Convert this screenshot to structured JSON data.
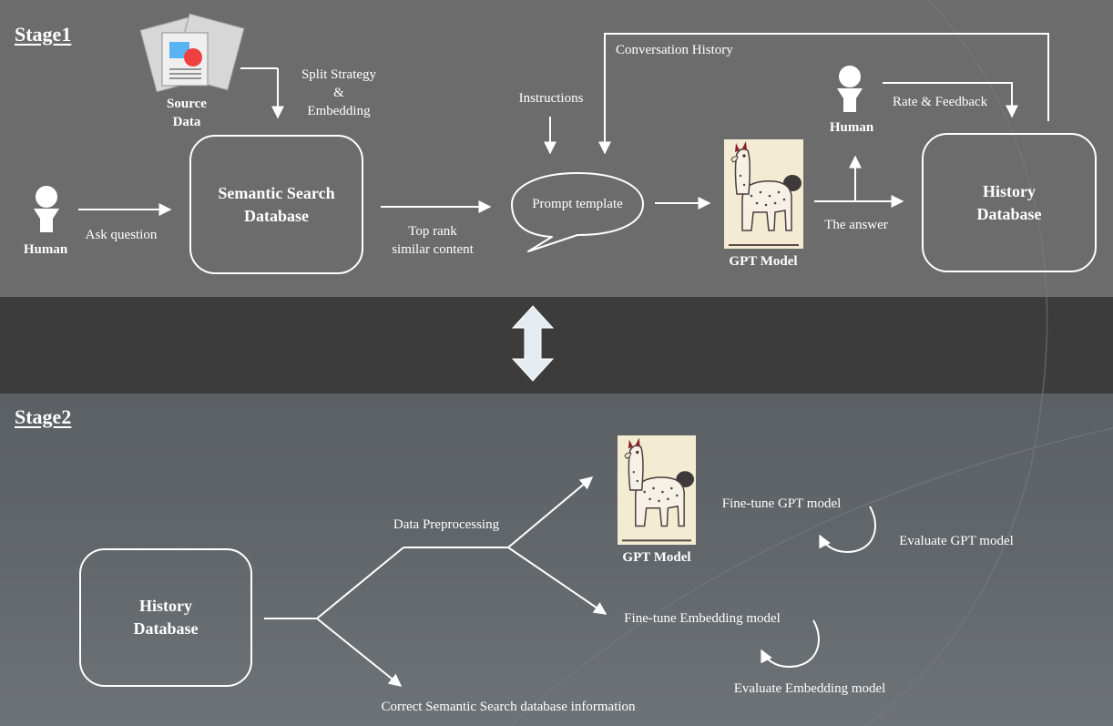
{
  "stage1": {
    "title": "Stage1",
    "source_data": {
      "label_line1": "Source",
      "label_line2": "Data",
      "icon": "document-icon"
    },
    "split_strategy": {
      "line1": "Split Strategy",
      "line2": "&",
      "line3": "Embedding"
    },
    "human_left": {
      "label": "Human",
      "icon": "person-icon"
    },
    "ask_question": "Ask question",
    "semantic_db": {
      "line1": "Semantic Search",
      "line2": "Database"
    },
    "top_rank": {
      "line1": "Top rank",
      "line2": "similar content"
    },
    "instructions": "Instructions",
    "conversation_history": "Conversation History",
    "prompt_template": "Prompt template",
    "gpt_model": "GPT Model",
    "human_right": {
      "label": "Human",
      "icon": "person-icon"
    },
    "rate_feedback": "Rate & Feedback",
    "the_answer": "The answer",
    "history_db": {
      "line1": "History",
      "line2": "Database"
    }
  },
  "stage2": {
    "title": "Stage2",
    "history_db": {
      "line1": "History",
      "line2": "Database"
    },
    "data_preprocessing": "Data Preprocessing",
    "gpt_model": "GPT Model",
    "finetune_gpt": "Fine-tune GPT model",
    "evaluate_gpt": "Evaluate GPT model",
    "finetune_embedding": "Fine-tune Embedding model",
    "evaluate_embedding": "Evaluate Embedding model",
    "correct_semantic": "Correct Semantic Search database information"
  },
  "colors": {
    "top_band": "#6c6c6c",
    "middle_band": "#3c3c3c",
    "bottom_band": "#5e6266",
    "line": "#ffffff",
    "double_arrow_fill": "#e4ecf1"
  }
}
